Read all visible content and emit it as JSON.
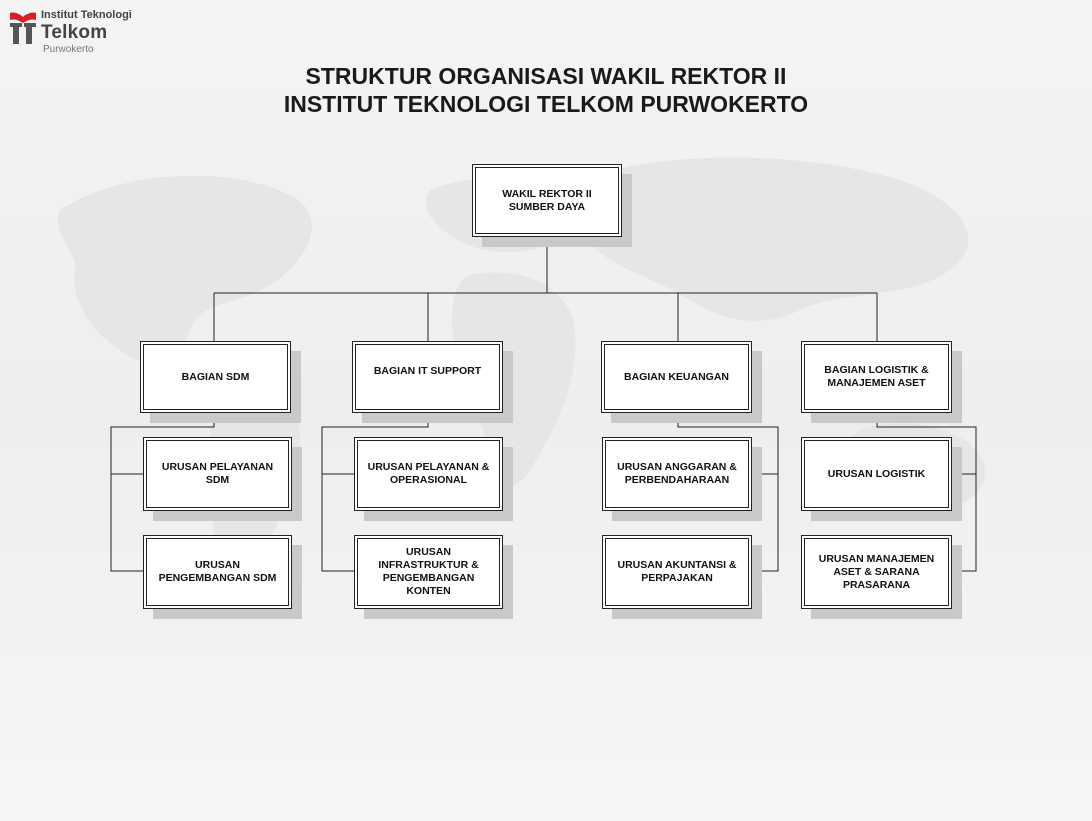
{
  "logo": {
    "line1": "Institut Teknologi",
    "line2": "Telkom",
    "line3": "Purwokerto"
  },
  "title": {
    "line1": "STRUKTUR ORGANISASI WAKIL REKTOR II",
    "line2": "INSTITUT TEKNOLOGI TELKOM PURWOKERTO"
  },
  "chart": {
    "root": "WAKIL REKTOR II\nSUMBER DAYA",
    "departments": [
      {
        "label": "BAGIAN SDM",
        "units": [
          "URUSAN PELAYANAN\nSDM",
          "URUSAN\nPENGEMBANGAN SDM"
        ]
      },
      {
        "label": "BAGIAN IT SUPPORT",
        "units": [
          "URUSAN PELAYANAN &\nOPERASIONAL",
          "URUSAN\nINFRASTRUKTUR &\nPENGEMBANGAN\nKONTEN"
        ]
      },
      {
        "label": "BAGIAN KEUANGAN",
        "units": [
          "URUSAN ANGGARAN &\nPERBENDAHARAAN",
          "URUSAN AKUNTANSI &\nPERPAJAKAN"
        ]
      },
      {
        "label": "BAGIAN LOGISTIK &\nMANAJEMEN ASET",
        "units": [
          "URUSAN LOGISTIK",
          "URUSAN MANAJEMEN\nASET & SARANA\nPRASARANA"
        ]
      }
    ]
  },
  "colors": {
    "logo_red": "#d71f26",
    "logo_gray": "#555555",
    "box_shadow": "#c9c9c9",
    "line": "#222222"
  }
}
